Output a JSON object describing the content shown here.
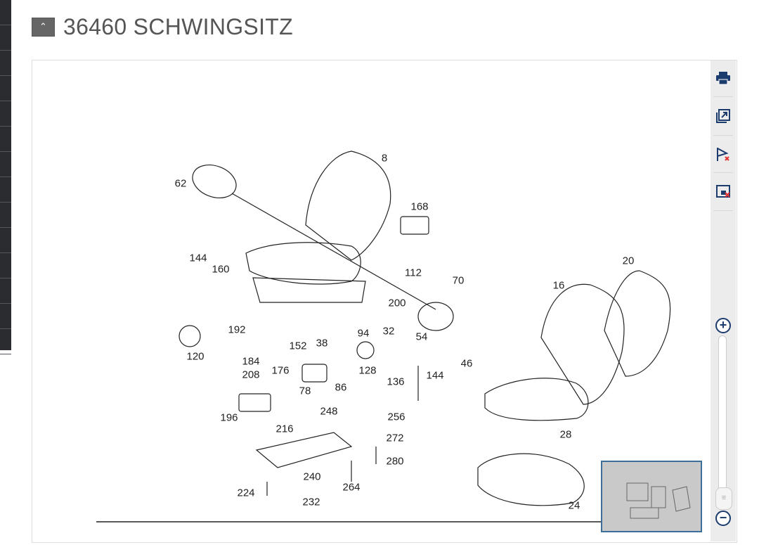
{
  "header": {
    "collapse_icon": "chevron-up",
    "title": "36460 SCHWINGSITZ"
  },
  "toolbar": {
    "icons": [
      "printer-icon",
      "open-external-icon",
      "clear-flags-icon",
      "close-overview-icon"
    ]
  },
  "zoom": {
    "level_percent": 0,
    "zoom_in_icon": "plus-circle",
    "zoom_out_icon": "minus-circle"
  },
  "diagram": {
    "labels": [
      "8",
      "62",
      "168",
      "144",
      "160",
      "112",
      "70",
      "20",
      "16",
      "200",
      "192",
      "94",
      "32",
      "54",
      "38",
      "152",
      "120",
      "184",
      "46",
      "208",
      "176",
      "128",
      "144",
      "136",
      "78",
      "86",
      "248",
      "256",
      "196",
      "216",
      "272",
      "28",
      "280",
      "240",
      "264",
      "224",
      "232",
      "24"
    ]
  }
}
